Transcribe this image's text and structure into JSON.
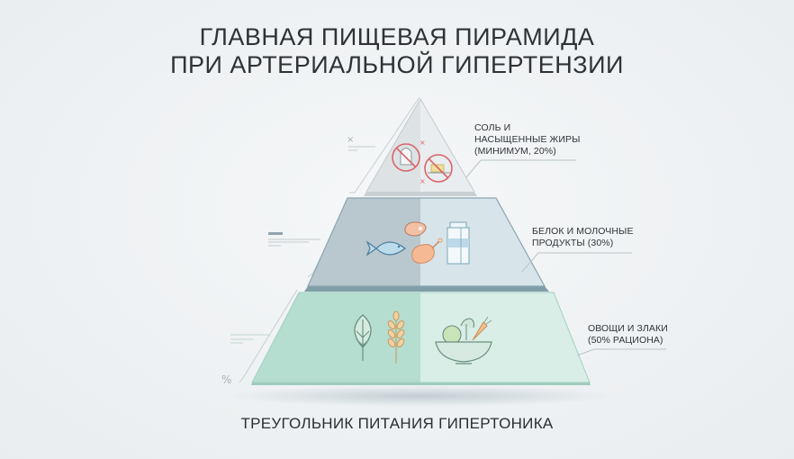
{
  "title": {
    "line1": "ГЛАВНАЯ ПИЩЕВАЯ ПИРАМИДА",
    "line2": "ПРИ АРТЕРИАЛЬНОЙ ГИПЕРТЕНЗИИ"
  },
  "tiers": [
    {
      "id": "top",
      "label_lines": [
        "СОЛЬ И",
        "НАСЫЩЕННЫЕ ЖИРЫ",
        "(МИНИМУМ, 20%)"
      ],
      "share": "20%",
      "icons": [
        "salt-shaker-crossed-icon",
        "butter-crossed-icon"
      ],
      "colors": {
        "left": "#dfe4e6",
        "right": "#e8ecee",
        "accent": "#d9656a"
      }
    },
    {
      "id": "middle",
      "label_lines": [
        "БЕЛОК И МОЛОЧНЫЕ",
        "ПРОДУКТЫ (30%)"
      ],
      "share": "30%",
      "icons": [
        "fish-icon",
        "steak-icon",
        "chicken-leg-icon",
        "milk-carton-icon"
      ],
      "colors": {
        "left": "#b9c7cf",
        "right": "#d7e4ea"
      }
    },
    {
      "id": "bottom",
      "label_lines": [
        "ОВОЩИ И ЗЛАКИ",
        "(50% РАЦИОНА)"
      ],
      "share": "50%",
      "icons": [
        "leaf-icon",
        "wheat-icon",
        "vegetable-bowl-icon"
      ],
      "colors": {
        "left": "#b5ddd0",
        "right": "#d8eee6"
      }
    }
  ],
  "decor": {
    "percent_mark": "%",
    "cross_mark": "×"
  },
  "caption": "ТРЕУГОЛЬНИК ПИТАНИЯ ГИПЕРТОНИКА"
}
